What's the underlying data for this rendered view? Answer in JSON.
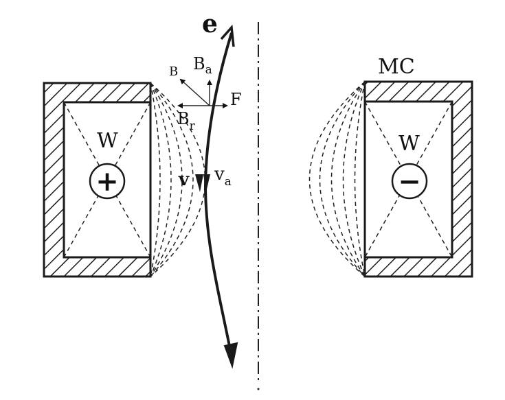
{
  "labels": {
    "electron": "e",
    "magnetic_circuit": "MC",
    "winding_left": "W",
    "winding_right": "W",
    "polarity_left": "+",
    "polarity_right": "−",
    "field": "B",
    "field_axial_main": "B",
    "field_axial_sub": "a",
    "field_radial_main": "B",
    "field_radial_sub": "r",
    "force": "F",
    "velocity": "v",
    "velocity_axial_main": "v",
    "velocity_axial_sub": "a"
  }
}
